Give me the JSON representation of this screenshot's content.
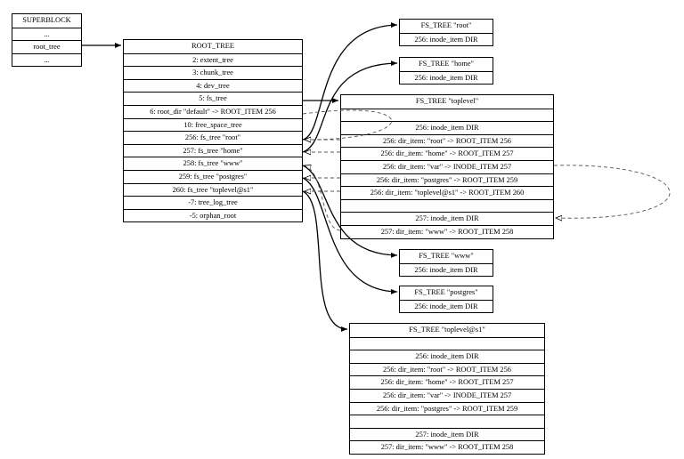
{
  "superblock": {
    "rows": [
      "SUPERBLOCK",
      "...",
      "root_tree",
      "..."
    ]
  },
  "root_tree": {
    "rows": [
      "ROOT_TREE",
      "2: extent_tree",
      "3: chunk_tree",
      "4: dev_tree",
      "5: fs_tree",
      "6: root_dir \"default\" -> ROOT_ITEM 256",
      "10: free_space_tree",
      "256: fs_tree \"root\"",
      "257: fs_tree \"home\"",
      "258: fs_tree \"www\"",
      "259: fs_tree \"postgres\"",
      "260: fs_tree \"toplevel@s1\"",
      "-7: tree_log_tree",
      "-5: orphan_root"
    ]
  },
  "fs_root": {
    "rows": [
      "FS_TREE \"root\"",
      "256: inode_item DIR"
    ]
  },
  "fs_home": {
    "rows": [
      "FS_TREE \"home\"",
      "256: inode_item DIR"
    ]
  },
  "fs_toplevel": {
    "rows": [
      "FS_TREE \"toplevel\"",
      "",
      "256: inode_item DIR",
      "256: dir_item: \"root\" -> ROOT_ITEM 256",
      "256: dir_item: \"home\" -> ROOT_ITEM 257",
      "256: dir_item: \"var\" -> INODE_ITEM 257",
      "256: dir_item: \"postgres\" -> ROOT_ITEM 259",
      "256: dir_item: \"toplevel@s1\" -> ROOT_ITEM 260",
      "",
      "257: inode_item DIR",
      "257: dir_item: \"www\" -> ROOT_ITEM 258"
    ]
  },
  "fs_www": {
    "rows": [
      "FS_TREE \"www\"",
      "256: inode_item DIR"
    ]
  },
  "fs_postgres": {
    "rows": [
      "FS_TREE \"postgres\"",
      "256: inode_item DIR"
    ]
  },
  "fs_s1": {
    "rows": [
      "FS_TREE \"toplevel@s1\"",
      "",
      "256: inode_item DIR",
      "256: dir_item: \"root\" -> ROOT_ITEM 256",
      "256: dir_item: \"home\" -> ROOT_ITEM 257",
      "256: dir_item: \"var\" -> INODE_ITEM 257",
      "256: dir_item: \"postgres\" -> ROOT_ITEM 259",
      "",
      "257: inode_item DIR",
      "257: dir_item: \"www\" -> ROOT_ITEM 258"
    ]
  }
}
